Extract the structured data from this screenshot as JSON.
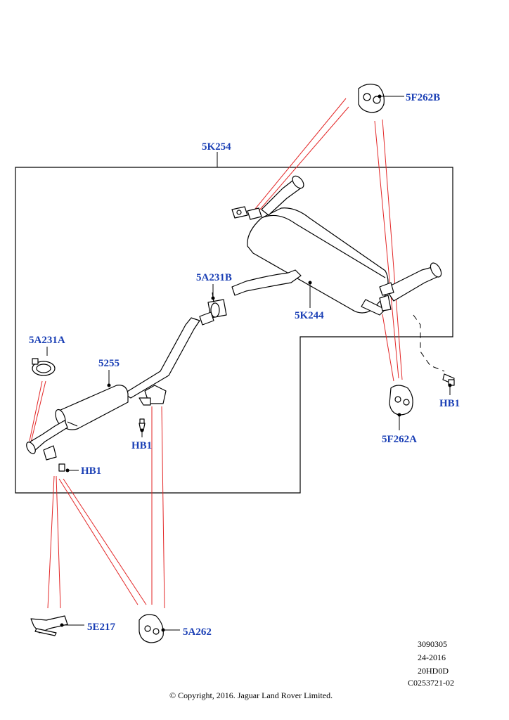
{
  "labels": {
    "assembly": "5K254",
    "front_muffler": "5255",
    "rear_muffler": "5K244",
    "clamp_rear": "5A231B",
    "clamp_front": "5A231A",
    "insulator_top": "5F262B",
    "insulator_right": "5F262A",
    "bolt_right": "HB1",
    "bolt_mid": "HB1",
    "bolt_front": "HB1",
    "bracket": "5E217",
    "insulator_bottom": "5A262"
  },
  "meta": {
    "line1": "3090305",
    "line2": "24-2016",
    "line3": "20HD0D",
    "line4": "C0253721-02"
  },
  "copyright": "© Copyright, 2016. Jaguar Land Rover Limited.",
  "colors": {
    "label": "#1a3fb5",
    "callout_line": "#e32626",
    "outline": "#000000"
  }
}
